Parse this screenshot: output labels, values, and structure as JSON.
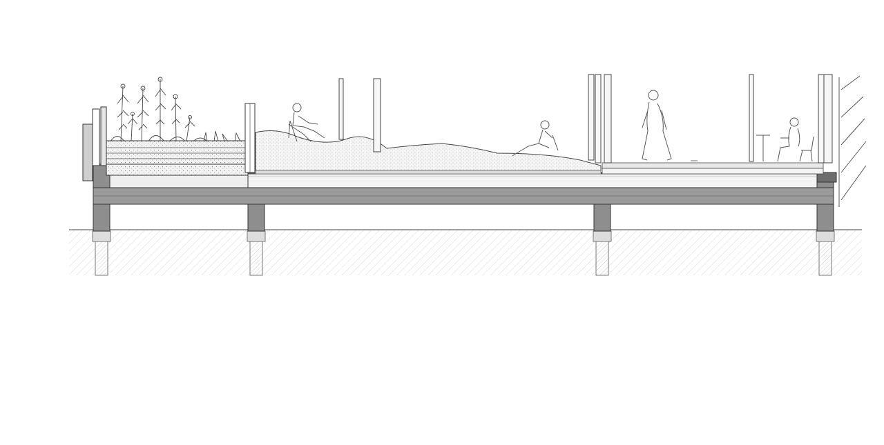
{
  "drawing": {
    "kind": "architectural-section",
    "line_color": "#3a3a3a",
    "concrete_color": "#8e8e8e",
    "ground_hatch_color": "#9a9a9a",
    "figures": [
      "sitting-person",
      "reclining-person",
      "walking-person",
      "seated-person-at-table"
    ]
  }
}
